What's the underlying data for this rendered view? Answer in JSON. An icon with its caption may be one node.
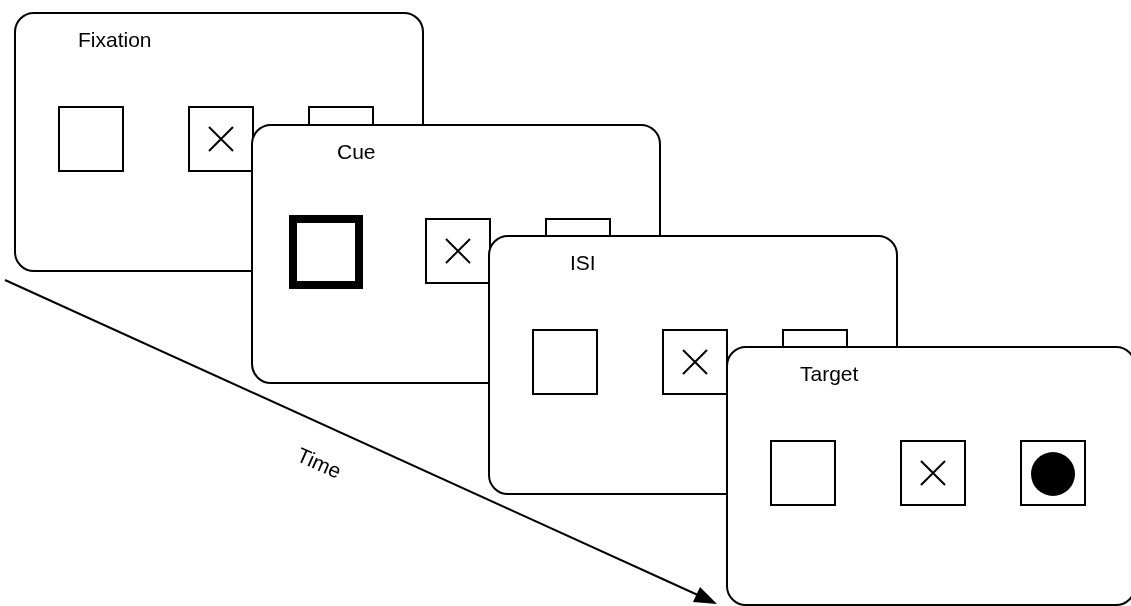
{
  "diagram": {
    "nodes": [
      {
        "text": [
          "Fixation"
        ]
      },
      {
        "text": [
          "Cue"
        ]
      },
      {
        "text": [
          "ISI"
        ]
      },
      {
        "text": [
          "Target"
        ]
      }
    ],
    "labels": [
      "Time"
    ]
  }
}
